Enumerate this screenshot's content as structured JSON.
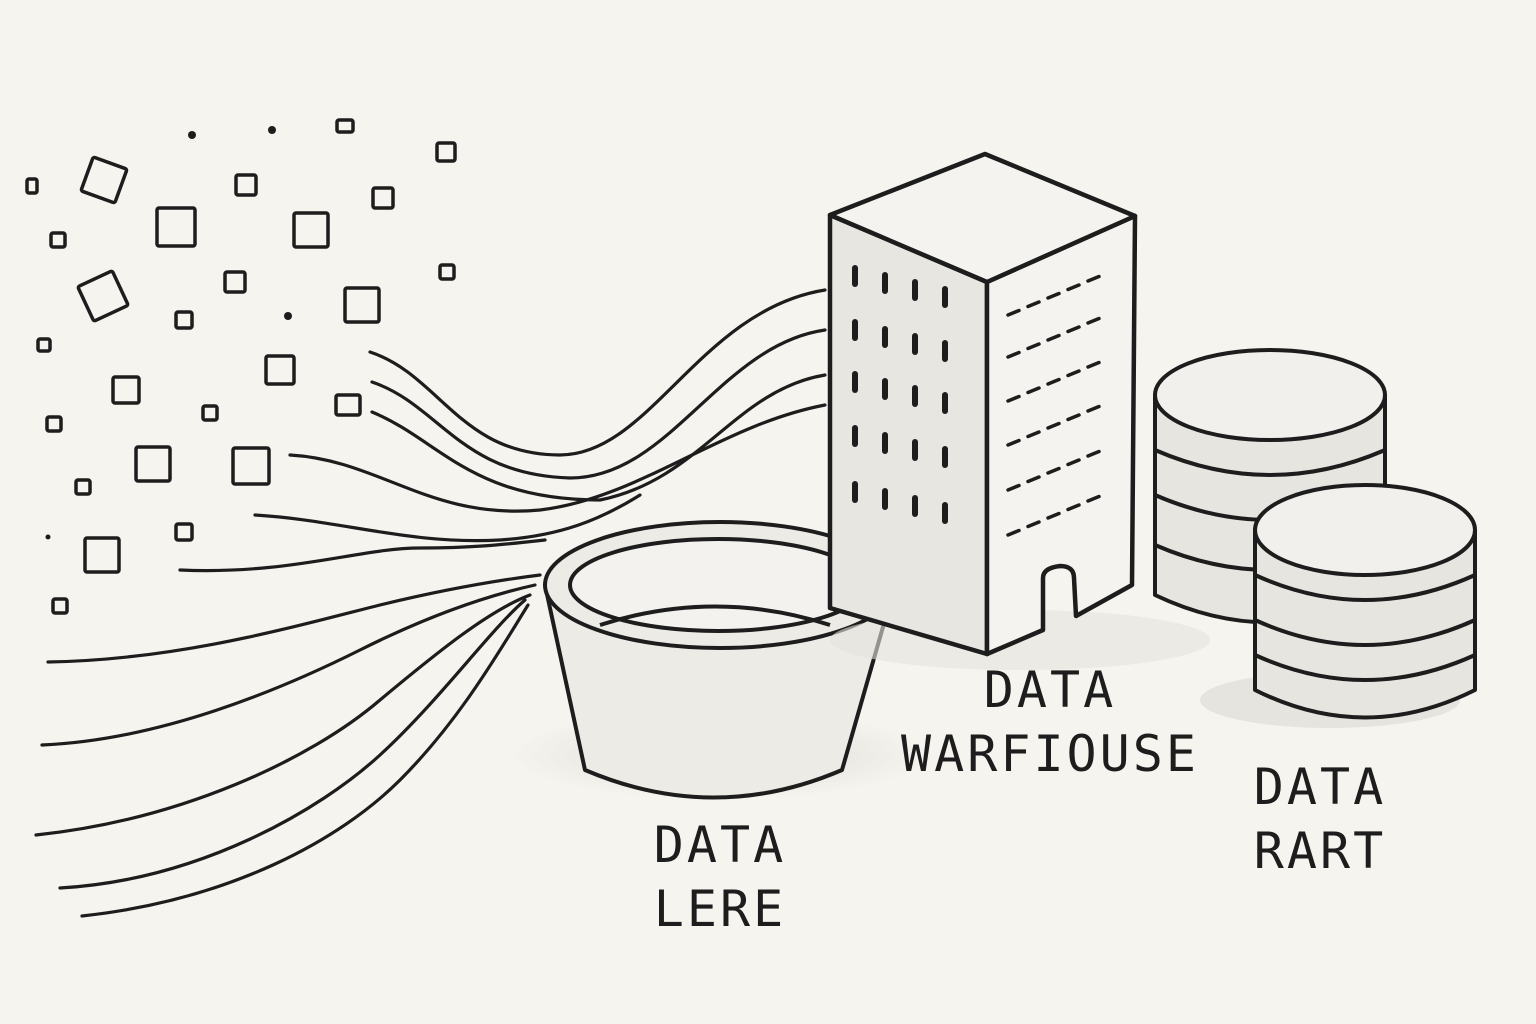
{
  "labels": {
    "lake": {
      "line1": "DATA",
      "line2": "LERE"
    },
    "warehouse": {
      "line1": "DATA",
      "line2": "WARFIOUSE"
    },
    "mart": {
      "line1": "DATA",
      "line2": "RART"
    }
  },
  "colors": {
    "background": "#f6f4ee",
    "ink": "#1d1d1d",
    "fill": "#e8e6e1",
    "shadow": "#dddbd6"
  },
  "icons": [
    "data-square-icon",
    "flow-line-icon",
    "lake-bowl-icon",
    "warehouse-building-icon",
    "database-cylinder-icon"
  ]
}
